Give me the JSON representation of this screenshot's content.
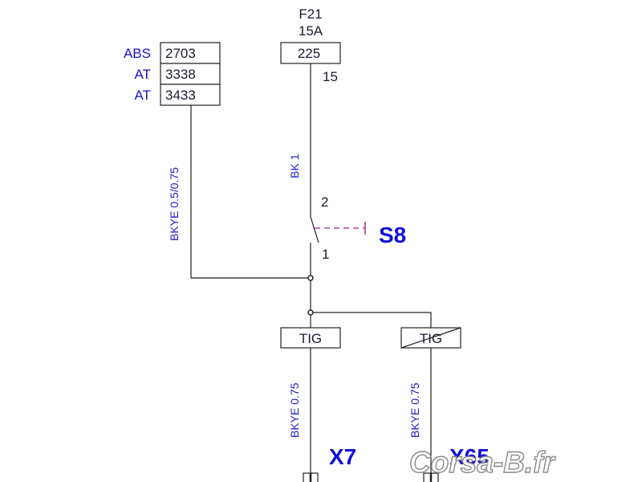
{
  "fuse": {
    "name": "F21",
    "rating": "15A",
    "circuit": "225",
    "pin": "15"
  },
  "connector_table": {
    "rows": [
      {
        "label": "ABS",
        "value": "2703"
      },
      {
        "label": "AT",
        "value": "3338"
      },
      {
        "label": "AT",
        "value": "3433"
      }
    ]
  },
  "wires": {
    "left_vertical": "BKYE 0.5/0.75",
    "fuse_wire": "BK 1",
    "branch_left": "BKYE 0.75",
    "branch_right": "BKYE 0.75"
  },
  "switch": {
    "name": "S8",
    "pin_top": "2",
    "pin_bottom": "1"
  },
  "boxes": {
    "left": "TIG",
    "right": "TIG"
  },
  "connectors": {
    "left": "X7",
    "right": "X65"
  },
  "watermark": "Corsa-B.fr"
}
